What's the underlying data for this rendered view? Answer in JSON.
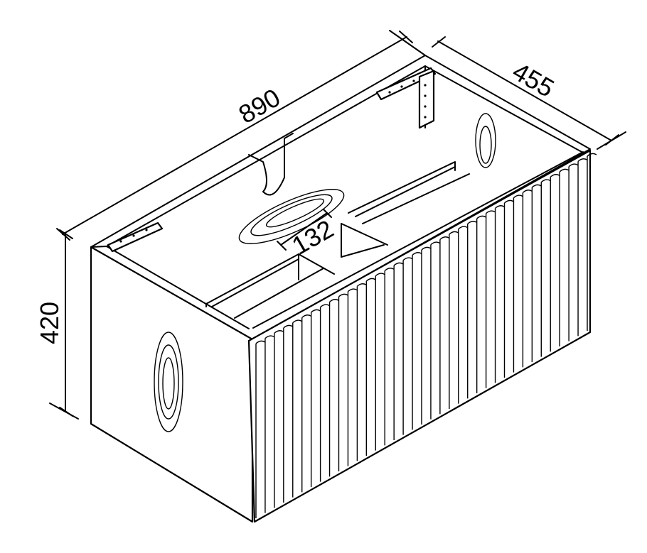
{
  "drawing": {
    "subject": "",
    "dimensions": {
      "width": "890",
      "depth": "455",
      "height": "420",
      "gap": "132"
    },
    "line_color": "#000000",
    "background": "#ffffff"
  }
}
